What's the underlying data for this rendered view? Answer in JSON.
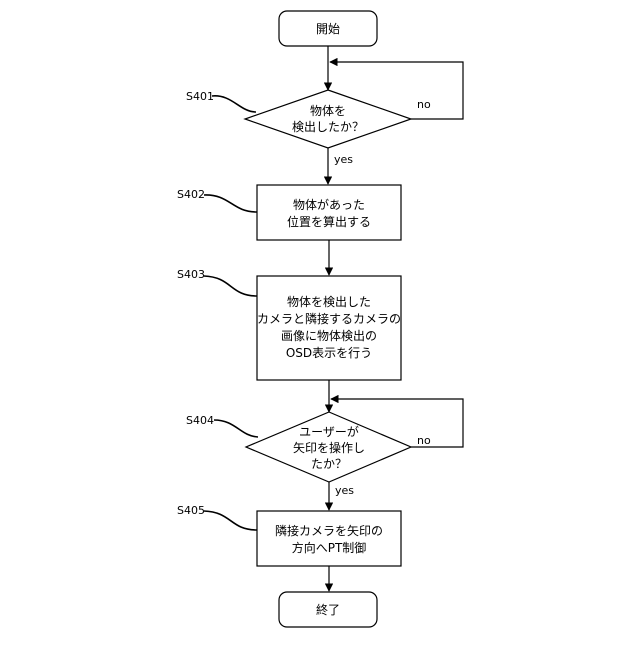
{
  "flowchart": {
    "start": {
      "label": "開始"
    },
    "end": {
      "label": "終了"
    },
    "steps": [
      {
        "id": "S401",
        "kind": "decision",
        "lines": [
          "物体を",
          "検出したか？"
        ],
        "yes": "yes",
        "no": "no"
      },
      {
        "id": "S402",
        "kind": "process",
        "lines": [
          "物体があった",
          "位置を算出する"
        ]
      },
      {
        "id": "S403",
        "kind": "process",
        "lines": [
          "物体を検出した",
          "カメラと隣接するカメラの",
          "画像に物体検出の",
          "OSD表示を行う"
        ]
      },
      {
        "id": "S404",
        "kind": "decision",
        "lines": [
          "ユーザーが",
          "矢印を操作し",
          "たか？"
        ],
        "yes": "yes",
        "no": "no"
      },
      {
        "id": "S405",
        "kind": "process",
        "lines": [
          "隣接カメラを矢印の",
          "方向へPT制御"
        ]
      }
    ]
  }
}
